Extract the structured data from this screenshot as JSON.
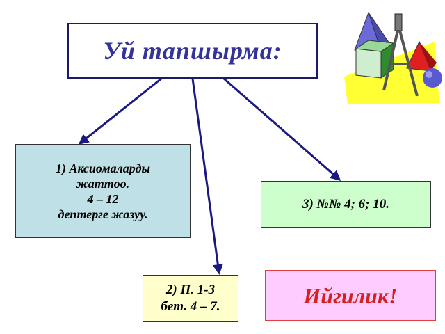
{
  "title": "Уй тапшырма:",
  "tasks": [
    {
      "lines": [
        "1) Аксиомаларды",
        "жаттоо.",
        "4 – 12",
        "дептерге жазуу."
      ]
    },
    {
      "lines": [
        "2) П. 1-3",
        "бет. 4 – 7."
      ]
    },
    {
      "lines": [
        "3) №№ 4; 6; 10."
      ]
    }
  ],
  "farewell": "Ийгилик!",
  "colors": {
    "title_text": "#333399",
    "arrow": "#1a1a80",
    "task1_bg": "#bfe0e6",
    "task2_bg": "#ffffcc",
    "task3_bg": "#ccffcc",
    "farewell_bg": "#ffccff",
    "farewell_text": "#d42020"
  },
  "icons": [
    "geometry-clipart-icon"
  ]
}
